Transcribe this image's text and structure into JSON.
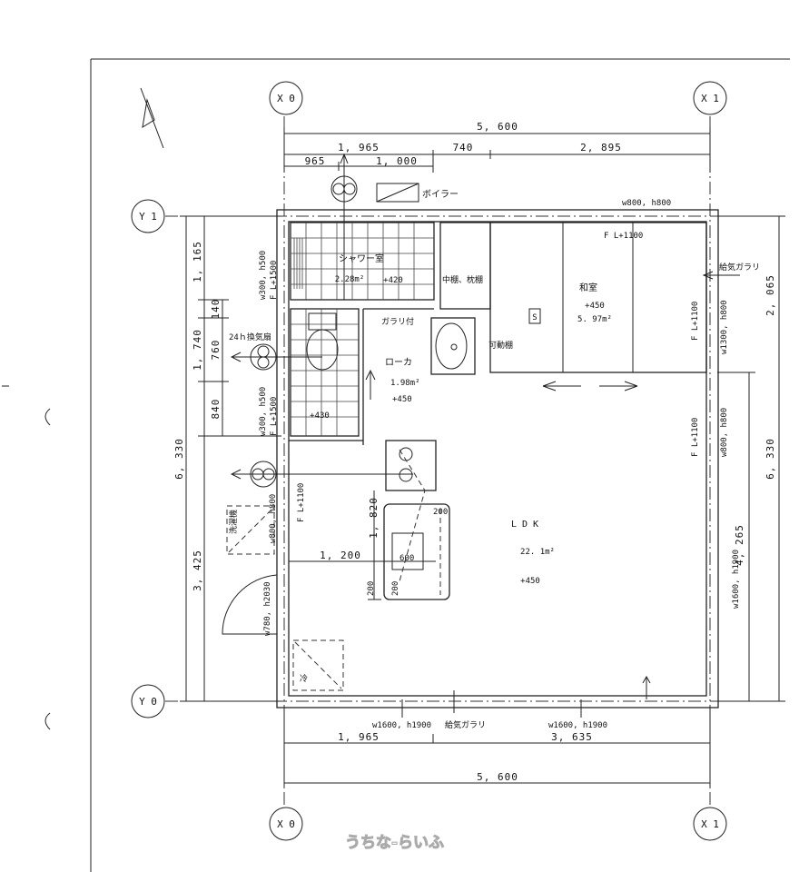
{
  "grid_labels": {
    "x0_top": "X 0",
    "x1_top": "X 1",
    "y1": "Y 1",
    "y0": "Y 0",
    "x0_bottom": "X 0",
    "x1_bottom": "X 1"
  },
  "dims_top": {
    "total": "5, 600",
    "a": "1, 965",
    "b": "740",
    "c": "2, 895",
    "d": "965",
    "e": "1, 000"
  },
  "dims_left": {
    "total": "6, 330",
    "a": "1, 165",
    "b": "1, 740",
    "c": "3, 425",
    "d": "140",
    "e": "760",
    "f": "840"
  },
  "dims_right": {
    "total": "6, 330",
    "a": "2, 065",
    "b": "4, 265"
  },
  "dims_bottom": {
    "a": "1, 965",
    "b": "3, 635",
    "total": "5, 600"
  },
  "dims_inner": {
    "kitchen_depth": "1, 820",
    "kitchen_width": "1, 200",
    "d600": "600",
    "d200a": "200",
    "d200b": "200",
    "d200c": "200"
  },
  "rooms": {
    "shower": {
      "name": "シャワー室",
      "area": "2.28m²",
      "level": "+420"
    },
    "toilet": {
      "level": "+430"
    },
    "hall": {
      "name": "ローカ",
      "area": "1.98m²",
      "level": "+450"
    },
    "washitsu": {
      "name": "和室",
      "level": "+450",
      "area": "5. 97m²"
    },
    "ldk": {
      "name": "L D K",
      "area": "22. 1m²",
      "level": "+450"
    },
    "closet": {
      "name": "中棚、枕棚"
    },
    "movable_shelf": {
      "name": "可動棚"
    }
  },
  "annotations": {
    "boiler": "ボイラー",
    "fan24h": "24ｈ換気扇",
    "gallery": "ガラリ付",
    "supply_vent_right": "給気ガラリ",
    "supply_vent_bottom": "給気ガラリ",
    "washer": "洗濯機",
    "fridge": "冷",
    "s_mark": "S"
  },
  "windows": {
    "top_washitsu": "w800, h800",
    "top_washitsu_fl": "F L+1100",
    "right_washitsu": "w1300, h800",
    "right_washitsu_fl": "F L+1100",
    "right_ldk": "w800, h800",
    "right_ldk_fl": "F L+1100",
    "right_ldk_big": "w1600, h1900",
    "shower": "w300, h500",
    "shower_fl": "F L+1500",
    "toilet": "w300, h500",
    "toilet_fl": "F L+1500",
    "left_ldk": "w800, h800",
    "left_ldk_fl": "F L+1100",
    "door": "w780, h2030",
    "bottom_left": "w1600, h1900",
    "bottom_right": "w1600, h1900"
  },
  "watermark": "うちな-らいふ"
}
